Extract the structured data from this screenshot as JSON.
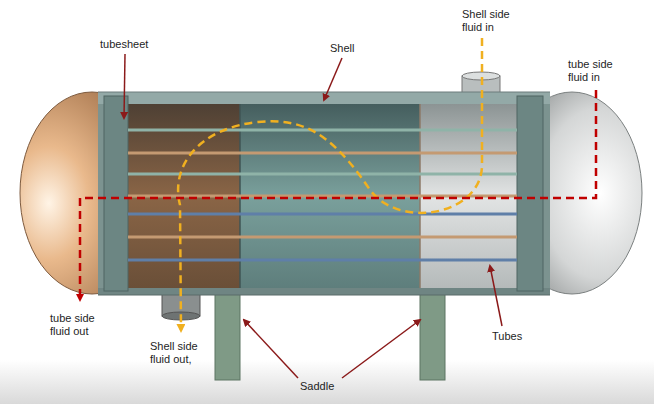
{
  "diagram": {
    "labels": [
      "tubesheet",
      "Shell",
      "Shell side fluid in",
      "tube side fluid in",
      "tube side fluid out",
      "Shell side fluid out,",
      "Tubes",
      "Saddle"
    ]
  }
}
